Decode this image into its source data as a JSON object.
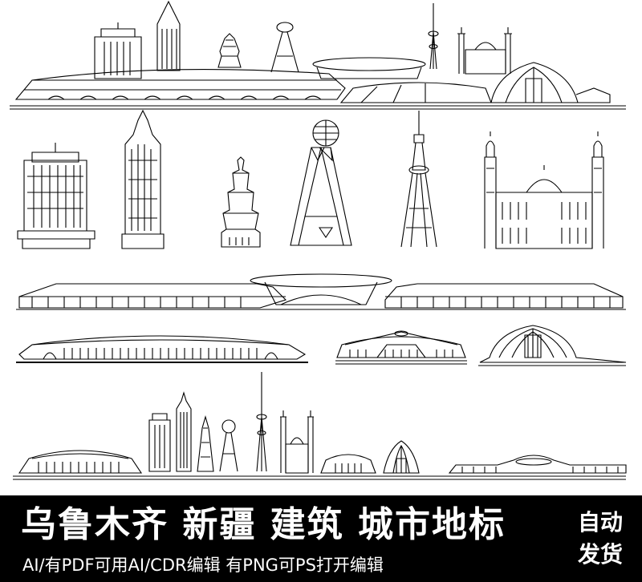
{
  "banner": {
    "title": "乌鲁木齐 新疆 建筑 城市地标",
    "subtitle": "AI/有PDF可用AI/CDR编辑 有PNG可PS打开编辑",
    "corner_line1": "自动",
    "corner_line2": "发货"
  },
  "colors": {
    "line": "#000000",
    "background": "#ffffff",
    "banner": "#000000",
    "banner_text": "#ffffff"
  }
}
